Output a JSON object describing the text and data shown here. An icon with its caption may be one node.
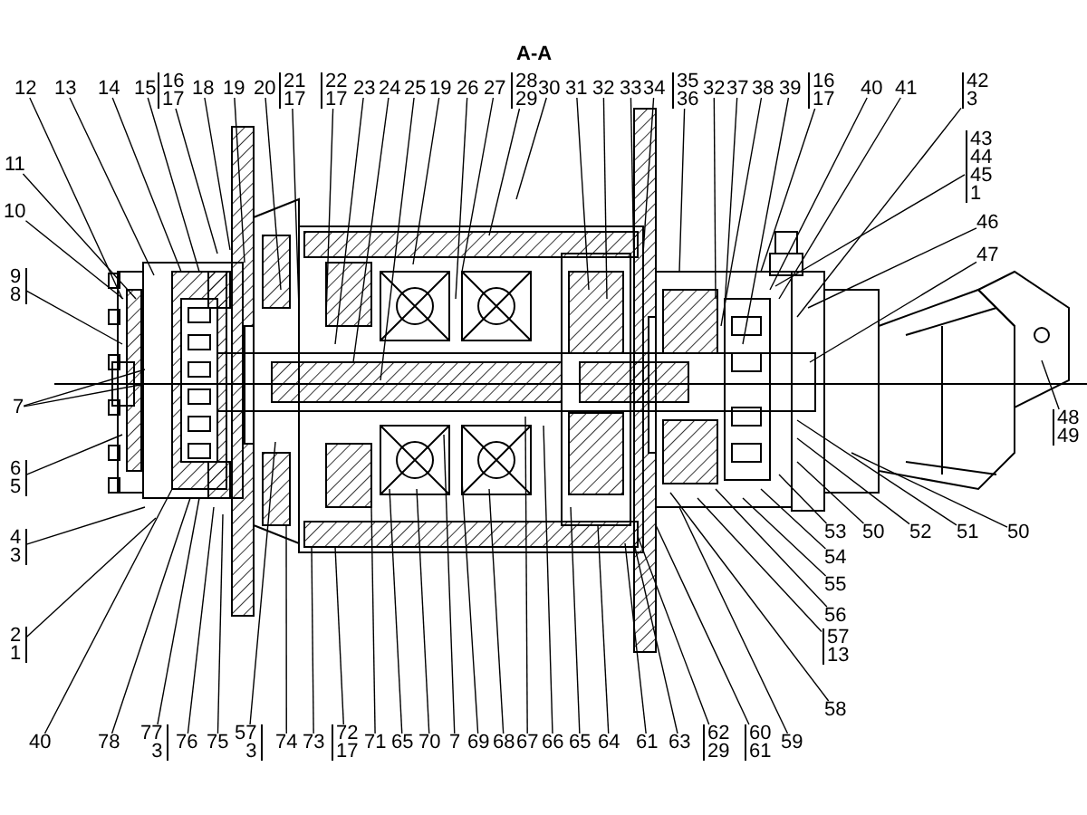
{
  "diagram": {
    "title": "A-A",
    "nodes": [
      {
        "text": [
          "12"
        ]
      },
      {
        "text": [
          "13"
        ]
      },
      {
        "text": [
          "14"
        ]
      },
      {
        "text": [
          "15"
        ]
      },
      {
        "text": [
          "16",
          "17"
        ]
      },
      {
        "text": [
          "18"
        ]
      },
      {
        "text": [
          "19"
        ]
      },
      {
        "text": [
          "20"
        ]
      },
      {
        "text": [
          "21",
          "17"
        ]
      },
      {
        "text": [
          "22",
          "17"
        ]
      },
      {
        "text": [
          "23"
        ]
      },
      {
        "text": [
          "24"
        ]
      },
      {
        "text": [
          "25"
        ]
      },
      {
        "text": [
          "19"
        ]
      },
      {
        "text": [
          "26"
        ]
      },
      {
        "text": [
          "27"
        ]
      },
      {
        "text": [
          "28",
          "29"
        ]
      },
      {
        "text": [
          "30"
        ]
      },
      {
        "text": [
          "31"
        ]
      },
      {
        "text": [
          "32"
        ]
      },
      {
        "text": [
          "33"
        ]
      },
      {
        "text": [
          "34"
        ]
      },
      {
        "text": [
          "35",
          "36"
        ]
      },
      {
        "text": [
          "32"
        ]
      },
      {
        "text": [
          "37"
        ]
      },
      {
        "text": [
          "38"
        ]
      },
      {
        "text": [
          "39"
        ]
      },
      {
        "text": [
          "16",
          "17"
        ]
      },
      {
        "text": [
          "40"
        ]
      },
      {
        "text": [
          "41"
        ]
      },
      {
        "text": [
          "42",
          "3"
        ]
      },
      {
        "text": [
          "43",
          "44",
          "45",
          "1"
        ]
      },
      {
        "text": [
          "46"
        ]
      },
      {
        "text": [
          "47"
        ]
      },
      {
        "text": [
          "11"
        ]
      },
      {
        "text": [
          "10"
        ]
      },
      {
        "text": [
          "9",
          "8"
        ]
      },
      {
        "text": [
          "7"
        ]
      },
      {
        "text": [
          "6",
          "5"
        ]
      },
      {
        "text": [
          "4",
          "3"
        ]
      },
      {
        "text": [
          "2",
          "1"
        ]
      },
      {
        "text": [
          "48",
          "49"
        ]
      },
      {
        "text": [
          "53"
        ]
      },
      {
        "text": [
          "50"
        ]
      },
      {
        "text": [
          "52"
        ]
      },
      {
        "text": [
          "51"
        ]
      },
      {
        "text": [
          "50"
        ]
      },
      {
        "text": [
          "54"
        ]
      },
      {
        "text": [
          "55"
        ]
      },
      {
        "text": [
          "56"
        ]
      },
      {
        "text": [
          "57",
          "13"
        ]
      },
      {
        "text": [
          "58"
        ]
      },
      {
        "text": [
          "40"
        ]
      },
      {
        "text": [
          "78"
        ]
      },
      {
        "text": [
          "77",
          "3"
        ]
      },
      {
        "text": [
          "76"
        ]
      },
      {
        "text": [
          "75"
        ]
      },
      {
        "text": [
          "57",
          "3"
        ]
      },
      {
        "text": [
          "74"
        ]
      },
      {
        "text": [
          "73"
        ]
      },
      {
        "text": [
          "72",
          "17"
        ]
      },
      {
        "text": [
          "71"
        ]
      },
      {
        "text": [
          "65"
        ]
      },
      {
        "text": [
          "70"
        ]
      },
      {
        "text": [
          "7"
        ]
      },
      {
        "text": [
          "69"
        ]
      },
      {
        "text": [
          "68"
        ]
      },
      {
        "text": [
          "67"
        ]
      },
      {
        "text": [
          "66"
        ]
      },
      {
        "text": [
          "65"
        ]
      },
      {
        "text": [
          "64"
        ]
      },
      {
        "text": [
          "61"
        ]
      },
      {
        "text": [
          "63"
        ]
      },
      {
        "text": [
          "62",
          "29"
        ]
      },
      {
        "text": [
          "60",
          "61"
        ]
      },
      {
        "text": [
          "59"
        ]
      }
    ],
    "edges": [
      {
        "from": 0,
        "to": null,
        "arrow": "none"
      },
      {
        "from": 1,
        "to": null,
        "arrow": "none"
      },
      {
        "from": 2,
        "to": null,
        "arrow": "none"
      },
      {
        "from": 3,
        "to": null,
        "arrow": "none"
      },
      {
        "from": 4,
        "to": null,
        "arrow": "none"
      },
      {
        "from": 5,
        "to": null,
        "arrow": "none"
      },
      {
        "from": 6,
        "to": null,
        "arrow": "none"
      },
      {
        "from": 7,
        "to": null,
        "arrow": "none"
      },
      {
        "from": 8,
        "to": null,
        "arrow": "none"
      },
      {
        "from": 9,
        "to": null,
        "arrow": "none"
      },
      {
        "from": 10,
        "to": null,
        "arrow": "none"
      },
      {
        "from": 11,
        "to": null,
        "arrow": "none"
      },
      {
        "from": 12,
        "to": null,
        "arrow": "none"
      },
      {
        "from": 13,
        "to": null,
        "arrow": "none"
      },
      {
        "from": 14,
        "to": null,
        "arrow": "none"
      },
      {
        "from": 15,
        "to": null,
        "arrow": "none"
      },
      {
        "from": 16,
        "to": null,
        "arrow": "none"
      },
      {
        "from": 17,
        "to": null,
        "arrow": "none"
      },
      {
        "from": 18,
        "to": null,
        "arrow": "none"
      },
      {
        "from": 19,
        "to": null,
        "arrow": "none"
      },
      {
        "from": 20,
        "to": null,
        "arrow": "none"
      },
      {
        "from": 21,
        "to": null,
        "arrow": "none"
      },
      {
        "from": 22,
        "to": null,
        "arrow": "none"
      },
      {
        "from": 23,
        "to": null,
        "arrow": "none"
      },
      {
        "from": 24,
        "to": null,
        "arrow": "none"
      },
      {
        "from": 25,
        "to": null,
        "arrow": "none"
      },
      {
        "from": 26,
        "to": null,
        "arrow": "none"
      },
      {
        "from": 27,
        "to": null,
        "arrow": "none"
      },
      {
        "from": 28,
        "to": null,
        "arrow": "none"
      },
      {
        "from": 29,
        "to": null,
        "arrow": "none"
      },
      {
        "from": 30,
        "to": null,
        "arrow": "none"
      },
      {
        "from": 31,
        "to": null,
        "arrow": "none"
      },
      {
        "from": 32,
        "to": null,
        "arrow": "none"
      },
      {
        "from": 33,
        "to": null,
        "arrow": "none"
      },
      {
        "from": 34,
        "to": null,
        "arrow": "none"
      },
      {
        "from": 35,
        "to": null,
        "arrow": "none"
      },
      {
        "from": 36,
        "to": null,
        "arrow": "none"
      },
      {
        "from": 37,
        "to": null,
        "arrow": "none"
      },
      {
        "from": 37,
        "to": null,
        "arrow": "none"
      },
      {
        "from": 38,
        "to": null,
        "arrow": "none"
      },
      {
        "from": 39,
        "to": null,
        "arrow": "none"
      },
      {
        "from": 40,
        "to": null,
        "arrow": "none"
      },
      {
        "from": 41,
        "to": null,
        "arrow": "none"
      },
      {
        "from": 42,
        "to": null,
        "arrow": "none"
      },
      {
        "from": 43,
        "to": null,
        "arrow": "none"
      },
      {
        "from": 44,
        "to": null,
        "arrow": "none"
      },
      {
        "from": 45,
        "to": null,
        "arrow": "none"
      },
      {
        "from": 46,
        "to": null,
        "arrow": "none"
      },
      {
        "from": 47,
        "to": null,
        "arrow": "none"
      },
      {
        "from": 48,
        "to": null,
        "arrow": "none"
      },
      {
        "from": 49,
        "to": null,
        "arrow": "none"
      },
      {
        "from": 50,
        "to": null,
        "arrow": "none"
      },
      {
        "from": 51,
        "to": null,
        "arrow": "none"
      },
      {
        "from": 52,
        "to": null,
        "arrow": "none"
      },
      {
        "from": 53,
        "to": null,
        "arrow": "none"
      },
      {
        "from": 54,
        "to": null,
        "arrow": "none"
      },
      {
        "from": 55,
        "to": null,
        "arrow": "none"
      },
      {
        "from": 56,
        "to": null,
        "arrow": "none"
      },
      {
        "from": 57,
        "to": null,
        "arrow": "none"
      },
      {
        "from": 58,
        "to": null,
        "arrow": "none"
      },
      {
        "from": 59,
        "to": null,
        "arrow": "none"
      },
      {
        "from": 60,
        "to": null,
        "arrow": "none"
      },
      {
        "from": 61,
        "to": null,
        "arrow": "none"
      },
      {
        "from": 62,
        "to": null,
        "arrow": "none"
      },
      {
        "from": 63,
        "to": null,
        "arrow": "none"
      },
      {
        "from": 64,
        "to": null,
        "arrow": "none"
      },
      {
        "from": 65,
        "to": null,
        "arrow": "none"
      },
      {
        "from": 66,
        "to": null,
        "arrow": "none"
      },
      {
        "from": 67,
        "to": null,
        "arrow": "none"
      },
      {
        "from": 68,
        "to": null,
        "arrow": "none"
      },
      {
        "from": 69,
        "to": null,
        "arrow": "none"
      },
      {
        "from": 70,
        "to": null,
        "arrow": "none"
      },
      {
        "from": 71,
        "to": null,
        "arrow": "none"
      },
      {
        "from": 72,
        "to": null,
        "arrow": "none"
      },
      {
        "from": 73,
        "to": null,
        "arrow": "none"
      },
      {
        "from": 74,
        "to": null,
        "arrow": "none"
      },
      {
        "from": 75,
        "to": null,
        "arrow": "none"
      }
    ]
  }
}
